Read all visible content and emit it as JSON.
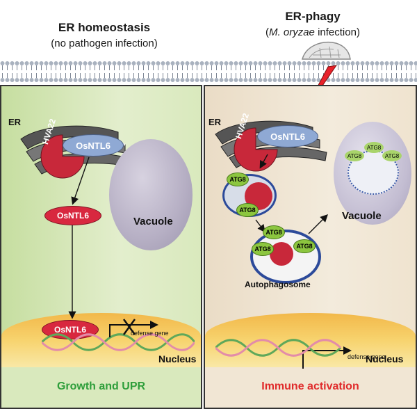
{
  "left": {
    "title": "ER homeostasis",
    "subtitle": "(no pathogen infection)",
    "er_label": "ER",
    "hva22": "HVA22",
    "osntl6_er": "OsNTL6",
    "osntl6_free": "OsNTL6",
    "vacuole": "Vacuole",
    "osntl6_nucleus": "OsNTL6",
    "defense_gene": "defense gene",
    "nucleus": "Nucleus",
    "footer": "Growth and UPR",
    "footer_color": "#2e9e3a"
  },
  "right": {
    "title": "ER-phagy",
    "subtitle_prefix": "(",
    "subtitle_italic": "M. oryzae",
    "subtitle_suffix": " infection)",
    "er_label": "ER",
    "hva22": "HVA22",
    "osntl6_er": "OsNTL6",
    "atg8": "ATG8",
    "vacuole": "Vacuole",
    "autophagosome": "Autophagosome",
    "defense_gene": "defense gene",
    "nucleus": "Nucleus",
    "footer": "Immune activation",
    "footer_color": "#e02b2b"
  },
  "colors": {
    "osntl6_red": "#d8283f",
    "osntl6_blue": "#8fa9d4",
    "hva22_red": "#c8283a",
    "atg8_green": "#8cc63f",
    "vacuole": "#b9b3c7",
    "membrane": "#9aa3b0"
  }
}
